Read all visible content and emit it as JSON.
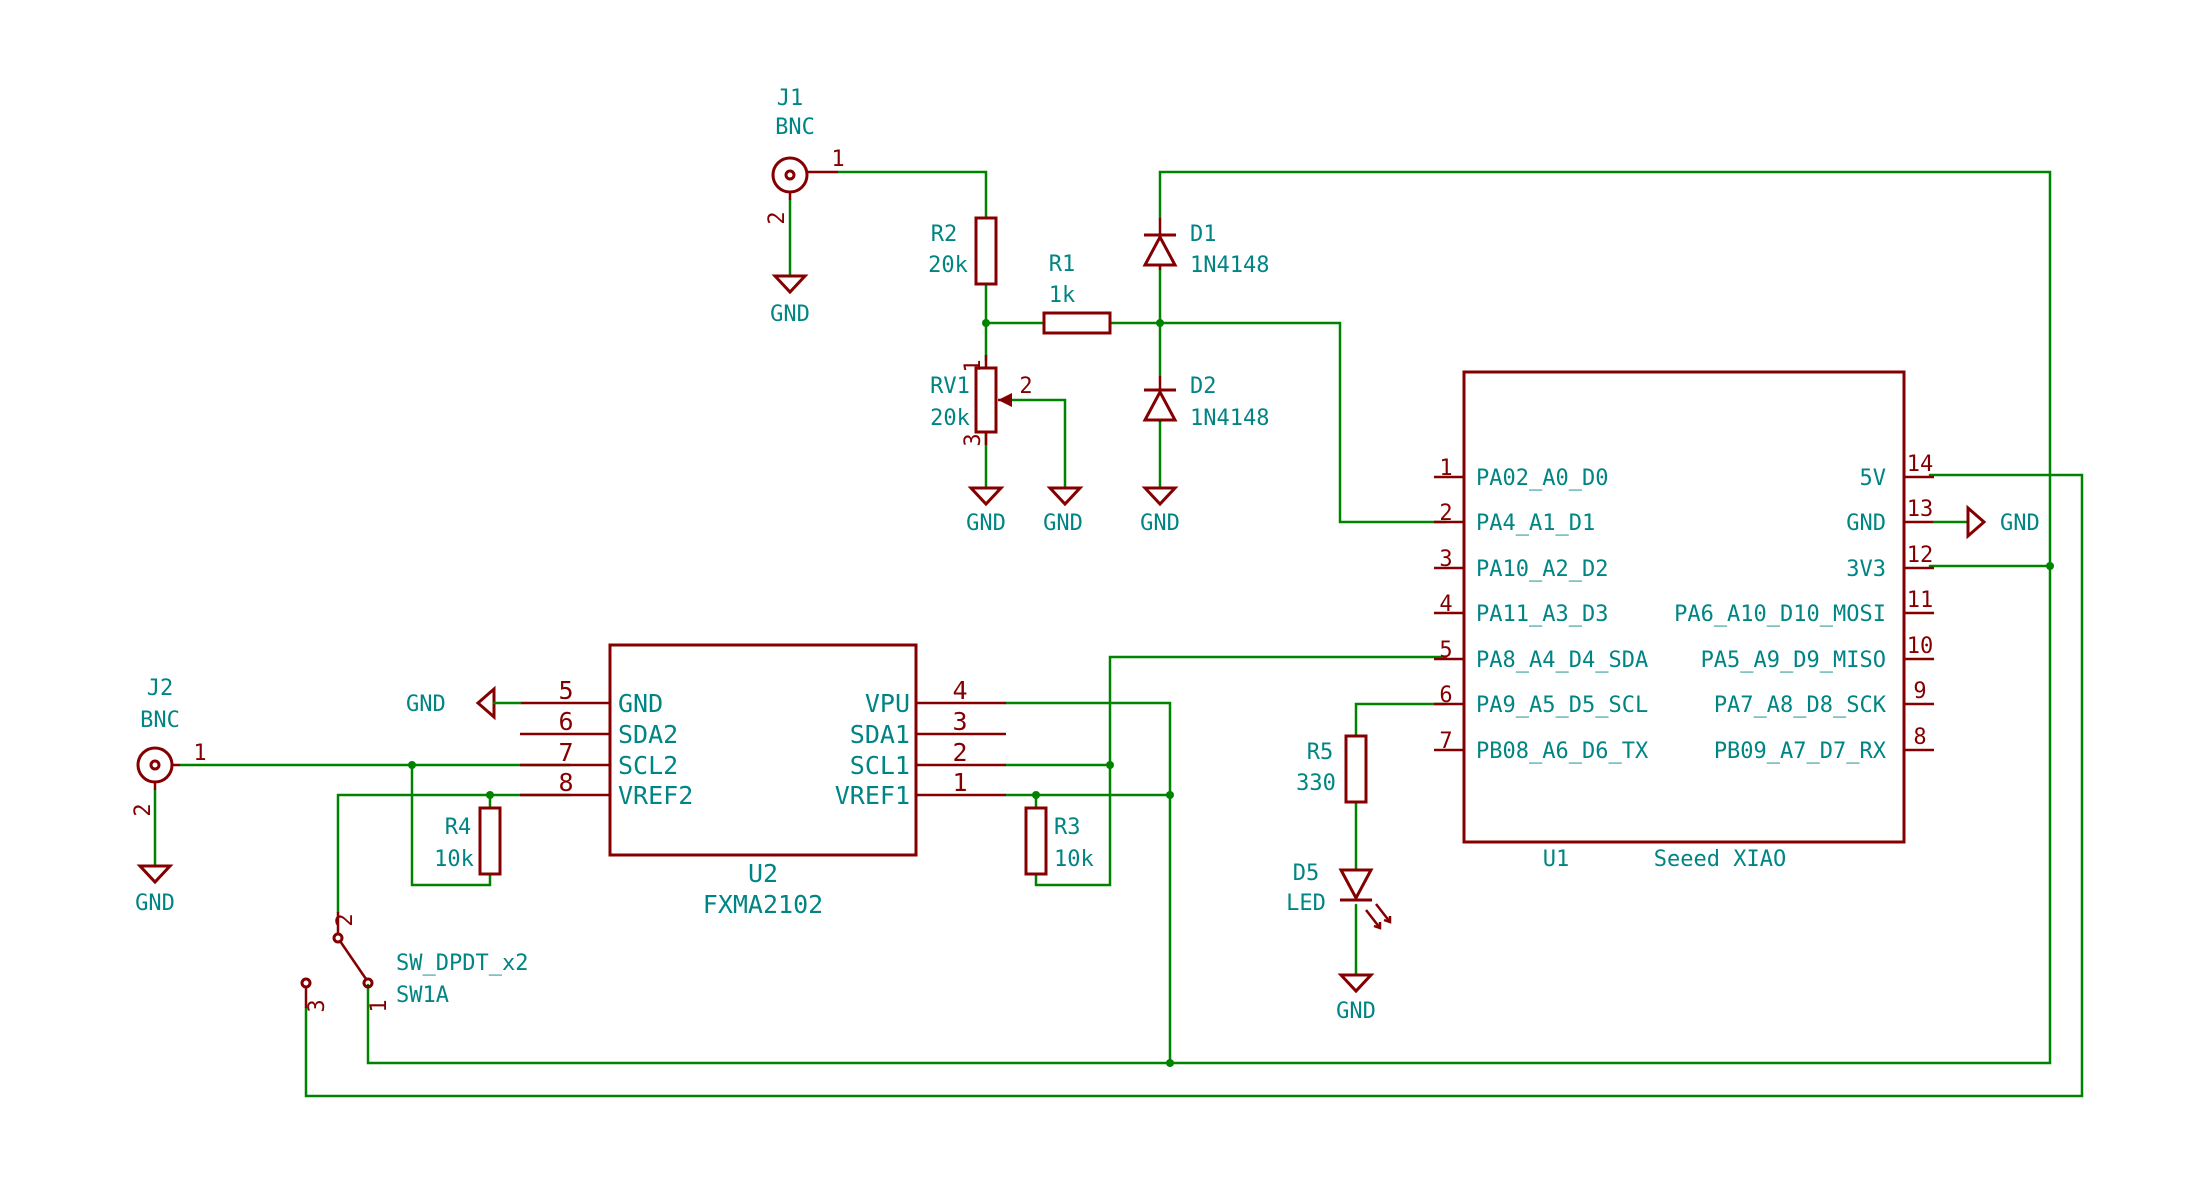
{
  "symbols": {
    "j1": {
      "ref": "J1",
      "value": "BNC",
      "pin1": "1",
      "pin2": "2"
    },
    "j2": {
      "ref": "J2",
      "value": "BNC",
      "pin1": "1",
      "pin2": "2"
    },
    "r1": {
      "ref": "R1",
      "value": "1k"
    },
    "r2": {
      "ref": "R2",
      "value": "20k"
    },
    "r3": {
      "ref": "R3",
      "value": "10k"
    },
    "r4": {
      "ref": "R4",
      "value": "10k"
    },
    "r5": {
      "ref": "R5",
      "value": "330"
    },
    "rv1": {
      "ref": "RV1",
      "value": "20k",
      "pin1": "1",
      "pin2": "2",
      "pin3": "3"
    },
    "d1": {
      "ref": "D1",
      "value": "1N4148"
    },
    "d2": {
      "ref": "D2",
      "value": "1N4148"
    },
    "d5": {
      "ref": "D5",
      "value": "LED"
    },
    "sw1": {
      "ref": "SW1A",
      "value": "SW_DPDT_x2",
      "pin1": "1",
      "pin2": "2",
      "pin3": "3"
    },
    "u1": {
      "ref": "U1",
      "value": "Seeed XIAO",
      "left_pins": [
        {
          "num": "1",
          "name": "PA02_A0_D0"
        },
        {
          "num": "2",
          "name": "PA4_A1_D1"
        },
        {
          "num": "3",
          "name": "PA10_A2_D2"
        },
        {
          "num": "4",
          "name": "PA11_A3_D3"
        },
        {
          "num": "5",
          "name": "PA8_A4_D4_SDA"
        },
        {
          "num": "6",
          "name": "PA9_A5_D5_SCL"
        },
        {
          "num": "7",
          "name": "PB08_A6_D6_TX"
        }
      ],
      "right_pins": [
        {
          "num": "14",
          "name": "5V"
        },
        {
          "num": "13",
          "name": "GND"
        },
        {
          "num": "12",
          "name": "3V3"
        },
        {
          "num": "11",
          "name": "PA6_A10_D10_MOSI"
        },
        {
          "num": "10",
          "name": "PA5_A9_D9_MISO"
        },
        {
          "num": "9",
          "name": "PA7_A8_D8_SCK"
        },
        {
          "num": "8",
          "name": "PB09_A7_D7_RX"
        }
      ]
    },
    "u2": {
      "ref": "U2",
      "value": "FXMA2102",
      "left_pins": [
        {
          "num": "5",
          "name": "GND"
        },
        {
          "num": "6",
          "name": "SDA2"
        },
        {
          "num": "7",
          "name": "SCL2"
        },
        {
          "num": "8",
          "name": "VREF2"
        }
      ],
      "right_pins": [
        {
          "num": "4",
          "name": "VPU"
        },
        {
          "num": "3",
          "name": "SDA1"
        },
        {
          "num": "2",
          "name": "SCL1"
        },
        {
          "num": "1",
          "name": "VREF1"
        }
      ]
    }
  },
  "power_labels": {
    "gnd": "GND"
  }
}
